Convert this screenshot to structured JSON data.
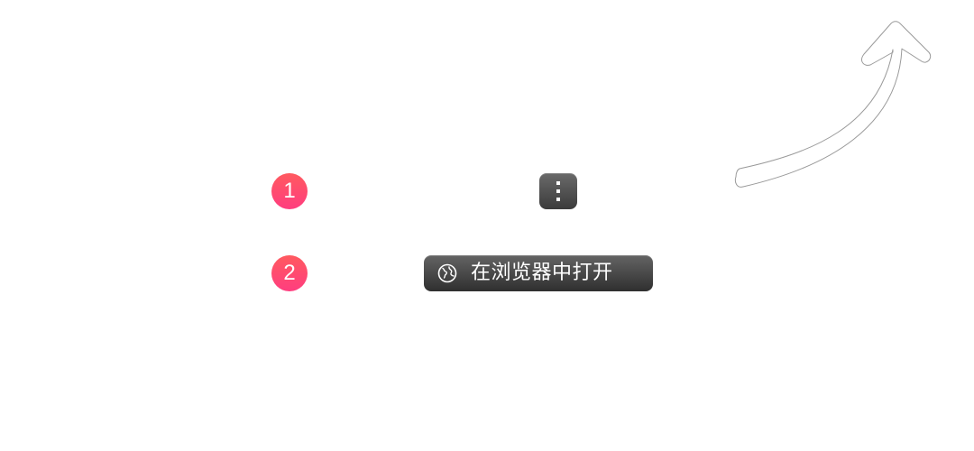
{
  "steps": [
    {
      "number": "1"
    },
    {
      "number": "2"
    }
  ],
  "menu_button": {
    "icon": "more-vertical-icon"
  },
  "open_in_browser": {
    "icon": "globe-icon",
    "label": "在浏览器中打开"
  },
  "hint_arrow": {
    "icon": "curved-arrow-up-right-icon"
  },
  "colors": {
    "badge_gradient_top": "#ff5a5f",
    "badge_gradient_bottom": "#ff3d7f",
    "button_dark": "#3b3b3b",
    "arrow_outline": "#9a9a9a"
  }
}
